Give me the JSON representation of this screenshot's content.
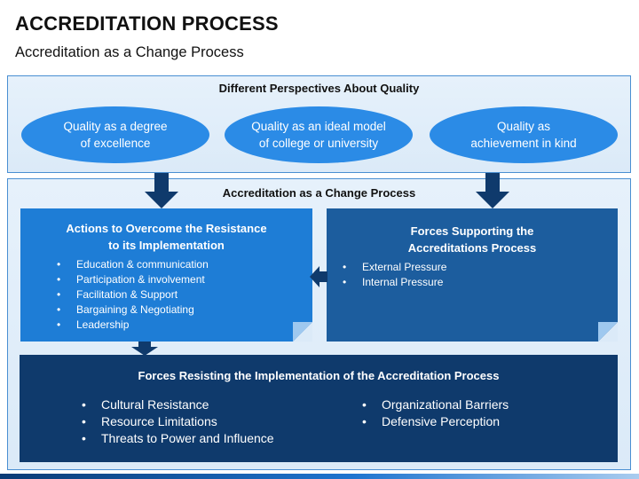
{
  "title": "ACCREDITATION PROCESS",
  "subtitle": "Accreditation as a Change Process",
  "perspectives": {
    "heading": "Different Perspectives About Quality",
    "ovals": [
      {
        "line1": "Quality as a degree",
        "line2": "of excellence"
      },
      {
        "line1": "Quality as an ideal model",
        "line2": "of college or university"
      },
      {
        "line1": "Quality as",
        "line2": "achievement in kind"
      }
    ]
  },
  "change_process": {
    "heading": "Accreditation as a Change Process",
    "actions": {
      "heading_line1": "Actions to Overcome the Resistance",
      "heading_line2": "to its Implementation",
      "items": [
        "Education & communication",
        "Participation & involvement",
        "Facilitation & Support",
        "Bargaining & Negotiating",
        "Leadership"
      ]
    },
    "supporting": {
      "heading_line1": "Forces Supporting the",
      "heading_line2": "Accreditations Process",
      "items": [
        "External Pressure",
        "Internal Pressure"
      ]
    },
    "resisting": {
      "heading": "Forces Resisting the Implementation of the Accreditation Process",
      "items_left": [
        "Cultural Resistance",
        "Resource Limitations",
        "Threats to Power and Influence"
      ],
      "items_right": [
        "Organizational Barriers",
        "Defensive Perception"
      ]
    }
  },
  "colors": {
    "oval_blue": "#2b8be6",
    "actions_box": "#1e7dd6",
    "supporting_box": "#1c5d9e",
    "resisting_box": "#0f3a6c",
    "arrow": "#0f3a6c",
    "panel_fill": "#dbeaf8",
    "panel_border": "#4a8fd2"
  }
}
